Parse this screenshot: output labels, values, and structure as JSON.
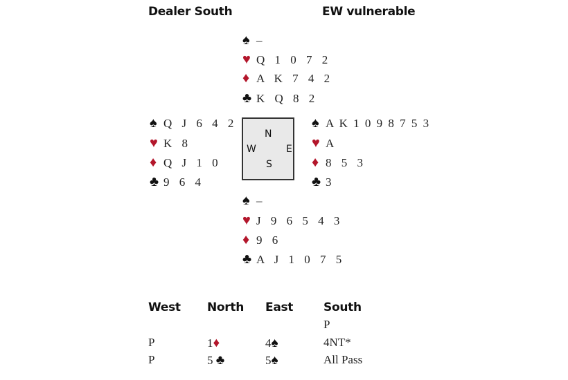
{
  "header": {
    "dealer": "Dealer South",
    "vulnerability": "EW vulnerable"
  },
  "colors": {
    "red_suit": "#b3162b",
    "black_suit": "#111111"
  },
  "hands": {
    "north": {
      "spades": "–",
      "hearts": "Q 1 0 7 2",
      "diamonds": "A K 7 4 2",
      "clubs": "K Q 8 2"
    },
    "west": {
      "spades": "Q J 6 4 2",
      "hearts": "K 8",
      "diamonds": "Q J 1 0",
      "clubs": "9 6 4"
    },
    "east": {
      "spades": "A K 1 0 9 8 7 5 3",
      "hearts": "A",
      "diamonds": "8 5 3",
      "clubs": "3"
    },
    "south": {
      "spades": "–",
      "hearts": "J 9 6 5 4 3",
      "diamonds": "9 6",
      "clubs": "A J 1 0 7 5"
    }
  },
  "compass": {
    "n": "N",
    "w": "W",
    "e": "E",
    "s": "S"
  },
  "suit_symbols": {
    "spades": "♠",
    "hearts": "♥",
    "diamonds": "♦",
    "clubs": "♣"
  },
  "auction": {
    "headers": [
      "West",
      "North",
      "East",
      "South"
    ],
    "rows": [
      [
        "",
        "",
        "",
        "P"
      ],
      [
        "P",
        "1",
        "4",
        "4NT*"
      ],
      [
        "P",
        "5",
        "5",
        "All Pass"
      ]
    ]
  }
}
